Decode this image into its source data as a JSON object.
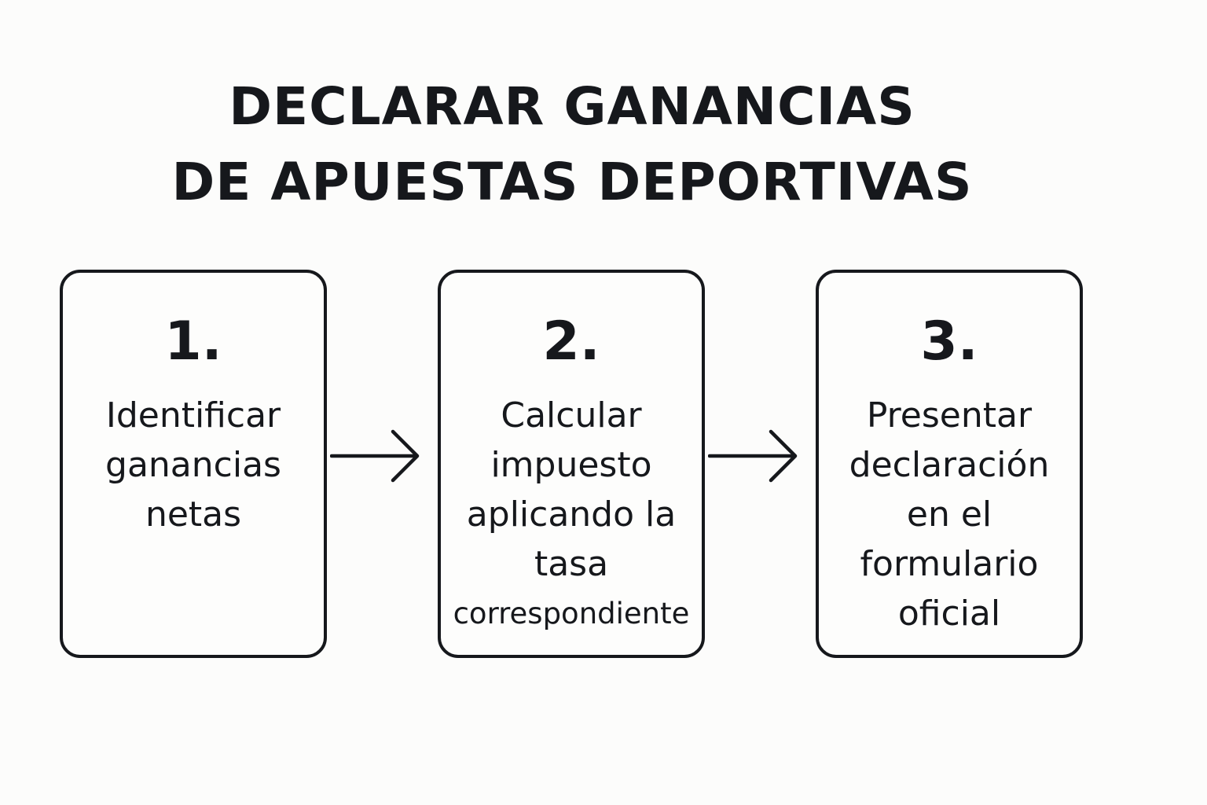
{
  "title": {
    "line1": "DECLARAR GANANCIAS",
    "line2": "DE APUESTAS DEPORTIVAS"
  },
  "steps": [
    {
      "number": "1.",
      "lines": [
        "Identificar",
        "ganancias",
        "netas"
      ]
    },
    {
      "number": "2.",
      "lines": [
        "Calcular",
        "impuesto",
        "aplicando la",
        "tasa",
        "correspondiente"
      ]
    },
    {
      "number": "3.",
      "lines": [
        "Presentar",
        "declaración",
        "en el",
        "formulario",
        "oficial"
      ]
    }
  ],
  "arrows": [
    {
      "icon": "arrow-right-icon"
    },
    {
      "icon": "arrow-right-icon"
    }
  ]
}
